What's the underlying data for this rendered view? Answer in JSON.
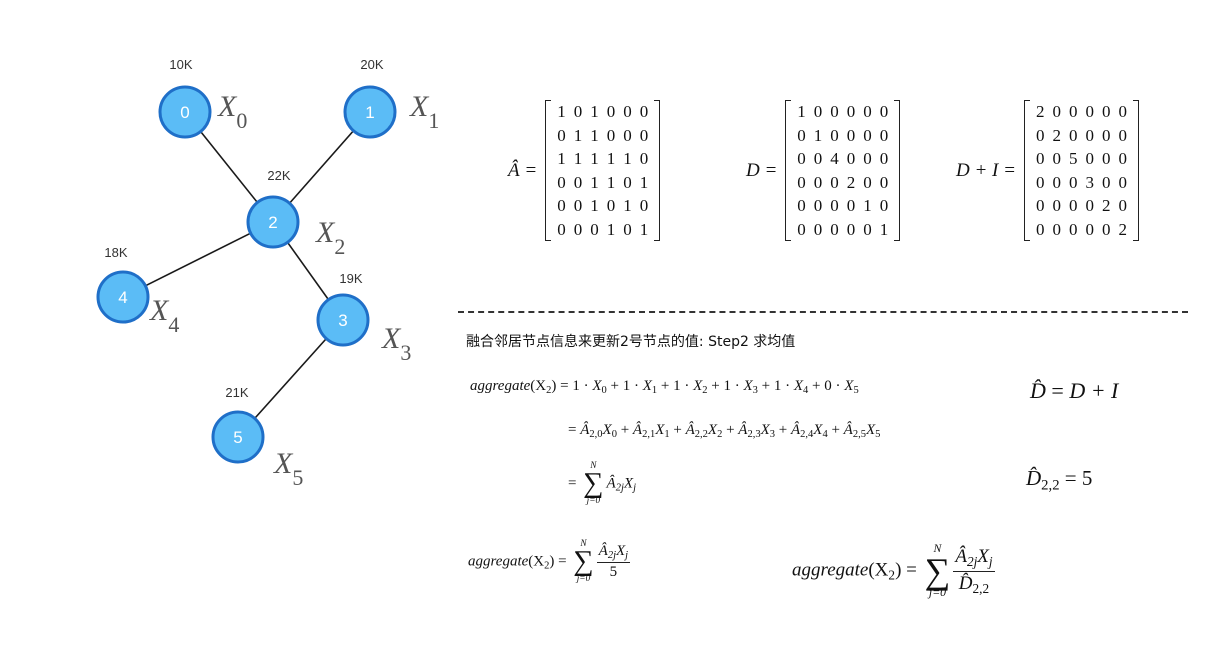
{
  "graph": {
    "nodes": [
      {
        "id": "0",
        "label": "0",
        "weight": "10K",
        "feature": "X",
        "sub": "0"
      },
      {
        "id": "1",
        "label": "1",
        "weight": "20K",
        "feature": "X",
        "sub": "1"
      },
      {
        "id": "2",
        "label": "2",
        "weight": "22K",
        "feature": "X",
        "sub": "2"
      },
      {
        "id": "3",
        "label": "3",
        "weight": "19K",
        "feature": "X",
        "sub": "3"
      },
      {
        "id": "4",
        "label": "4",
        "weight": "18K",
        "feature": "X",
        "sub": "4"
      },
      {
        "id": "5",
        "label": "5",
        "weight": "21K",
        "feature": "X",
        "sub": "5"
      }
    ],
    "edges": [
      [
        "0",
        "2"
      ],
      [
        "1",
        "2"
      ],
      [
        "2",
        "4"
      ],
      [
        "2",
        "3"
      ],
      [
        "3",
        "5"
      ]
    ],
    "node_color": "#5bbcf6",
    "node_stroke": "#1f6fc8"
  },
  "matrices": {
    "a_hat": {
      "label": "Â =",
      "rows": [
        [
          1,
          0,
          1,
          0,
          0,
          0
        ],
        [
          0,
          1,
          1,
          0,
          0,
          0
        ],
        [
          1,
          1,
          1,
          1,
          1,
          0
        ],
        [
          0,
          0,
          1,
          1,
          0,
          1
        ],
        [
          0,
          0,
          1,
          0,
          1,
          0
        ],
        [
          0,
          0,
          0,
          1,
          0,
          1
        ]
      ]
    },
    "d": {
      "label": "D =",
      "rows": [
        [
          1,
          0,
          0,
          0,
          0,
          0
        ],
        [
          0,
          1,
          0,
          0,
          0,
          0
        ],
        [
          0,
          0,
          4,
          0,
          0,
          0
        ],
        [
          0,
          0,
          0,
          2,
          0,
          0
        ],
        [
          0,
          0,
          0,
          0,
          1,
          0
        ],
        [
          0,
          0,
          0,
          0,
          0,
          1
        ]
      ]
    },
    "d_plus_i": {
      "label": "D + I =",
      "rows": [
        [
          2,
          0,
          0,
          0,
          0,
          0
        ],
        [
          0,
          2,
          0,
          0,
          0,
          0
        ],
        [
          0,
          0,
          5,
          0,
          0,
          0
        ],
        [
          0,
          0,
          0,
          3,
          0,
          0
        ],
        [
          0,
          0,
          0,
          0,
          2,
          0
        ],
        [
          0,
          0,
          0,
          0,
          0,
          2
        ]
      ]
    }
  },
  "caption": "融合邻居节点信息来更新2号节点的值: Step2 求均值",
  "equations": {
    "agg_lhs": "aggregate",
    "agg_arg": "(X",
    "agg_arg_sub": "2",
    "agg_arg_close": ")",
    "line1_terms": [
      "1 · X",
      "0",
      " + 1 · X",
      "1",
      " + 1 · X",
      "2",
      " + 1 · X",
      "3",
      " + 1 · X",
      "4",
      " + 0 · X",
      "5"
    ],
    "line2_indices": [
      "2,0",
      "2,1",
      "2,2",
      "2,3",
      "2,4",
      "2,5"
    ],
    "line2_x": [
      "0",
      "1",
      "2",
      "3",
      "4",
      "5"
    ],
    "sum_upper": "N",
    "sum_lower": "j=0",
    "sum_term_sub": "2j",
    "sum_term_x_sub": "j",
    "denominator_5": "5",
    "d_hat_def": "D + I",
    "d_hat_22_sub": "2,2",
    "d_hat_22_value": "5"
  }
}
